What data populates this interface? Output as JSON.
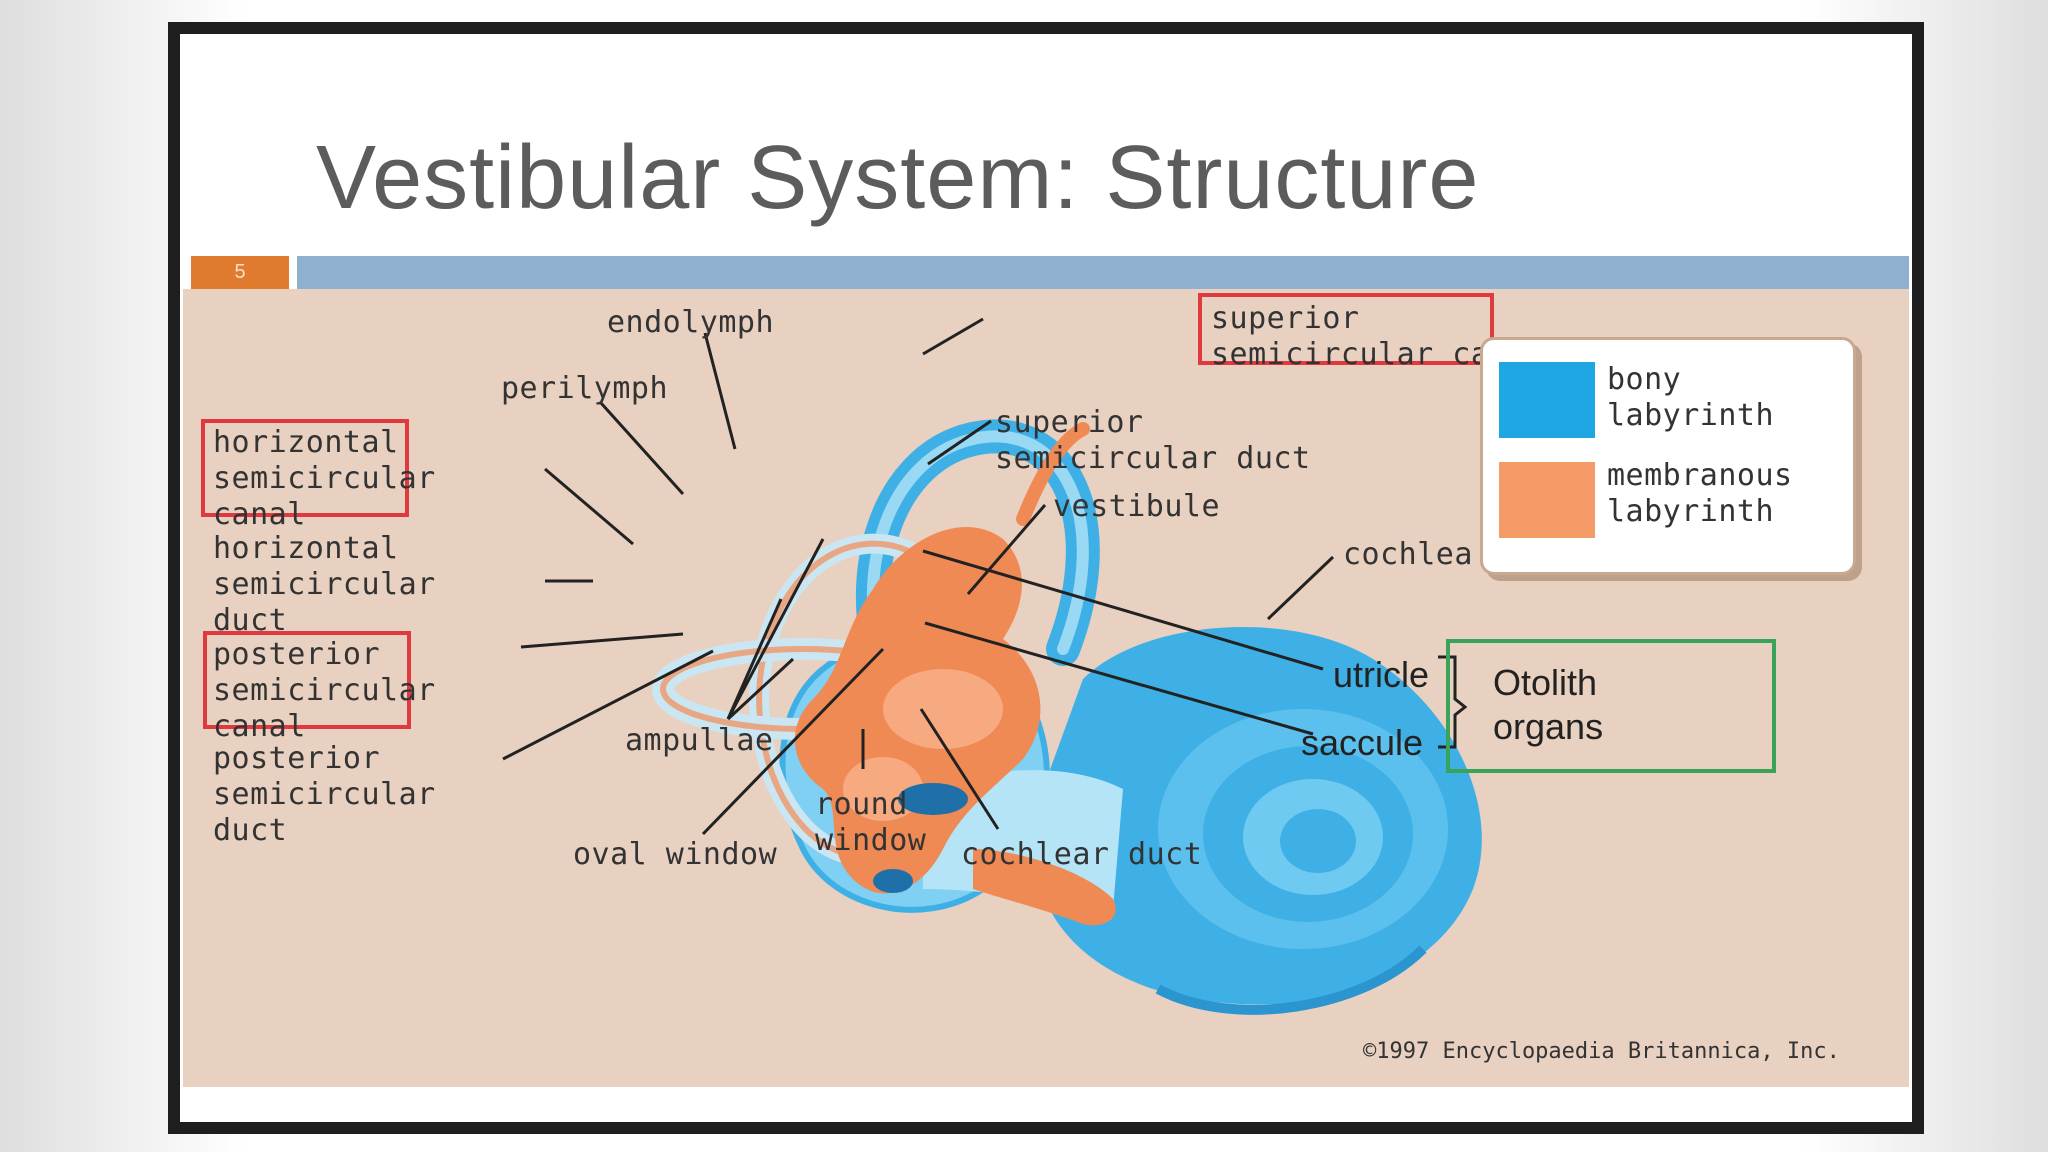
{
  "slide": {
    "title": "Vestibular System: Structure",
    "number": "5",
    "colors": {
      "accent": "#e07a2e",
      "bar": "#8fb0cf",
      "diagram_bg": "#e8d1c1"
    }
  },
  "diagram": {
    "labels": {
      "endolymph": "endolymph",
      "perilymph": "perilymph",
      "horizontal_canal": "horizontal\nsemicircular\ncanal",
      "horizontal_duct": "horizontal\nsemicircular\nduct",
      "posterior_canal": "posterior\nsemicircular\ncanal",
      "posterior_duct": "posterior\nsemicircular\nduct",
      "ampullae": "ampullae",
      "oval_window": "oval window",
      "round_window": "round\nwindow",
      "cochlear_duct": "cochlear duct",
      "superior_canal": "superior\nsemicircular canal",
      "superior_duct": "superior\nsemicircular duct",
      "vestibule": "vestibule",
      "cochlea": "cochlea",
      "utricle": "utricle",
      "saccule": "saccule",
      "otolith_organs": "Otolith\norgans"
    },
    "legend": {
      "bony": {
        "label": "bony\nlabyrinth",
        "color": "#1fa7e3"
      },
      "membranous": {
        "label": "membranous\nlabyrinth",
        "color": "#f49a66"
      }
    },
    "copyright": "©1997 Encyclopaedia Britannica, Inc.",
    "colors": {
      "highlight_box": "#e0393e",
      "otolith_box": "#3aa35a",
      "bony": "#3fb0e6",
      "membranous": "#f08a55"
    }
  }
}
